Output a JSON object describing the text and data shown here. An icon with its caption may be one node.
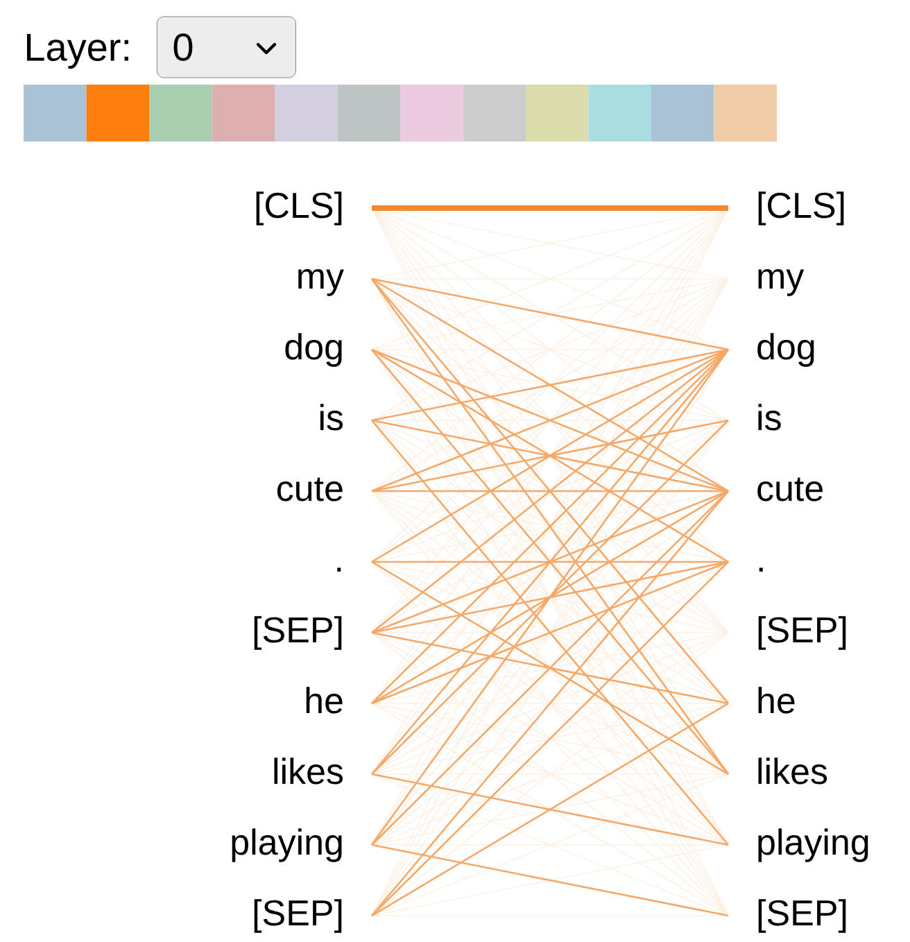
{
  "diagram": {
    "nodes": [
      {
        "text": [
          "0"
        ]
      },
      {
        "text": [
          "[CLS]"
        ]
      },
      {
        "text": [
          "my"
        ]
      },
      {
        "text": [
          "dog"
        ]
      },
      {
        "text": [
          "is"
        ]
      },
      {
        "text": [
          "cute"
        ]
      },
      {
        "text": [
          "."
        ]
      },
      {
        "text": [
          "[SEP]"
        ]
      },
      {
        "text": [
          "he"
        ]
      },
      {
        "text": [
          "likes"
        ]
      },
      {
        "text": [
          "playing"
        ]
      },
      {
        "text": [
          "[SEP]"
        ]
      },
      {
        "text": [
          "[CLS]"
        ]
      },
      {
        "text": [
          "my"
        ]
      },
      {
        "text": [
          "dog"
        ]
      },
      {
        "text": [
          "is"
        ]
      },
      {
        "text": [
          "cute"
        ]
      },
      {
        "text": [
          "."
        ]
      },
      {
        "text": [
          "[SEP]"
        ]
      },
      {
        "text": [
          "he"
        ]
      },
      {
        "text": [
          "likes"
        ]
      },
      {
        "text": [
          "playing"
        ]
      },
      {
        "text": [
          "[SEP]"
        ]
      }
    ],
    "edges": [
      {
        "from": 1,
        "to": 12,
        "arrow": "none",
        "style": "thick"
      },
      {
        "from": 2,
        "to": 14,
        "arrow": "none"
      },
      {
        "from": 2,
        "to": 16,
        "arrow": "none"
      },
      {
        "from": 2,
        "to": 19,
        "arrow": "none"
      },
      {
        "from": 2,
        "to": 20,
        "arrow": "none"
      },
      {
        "from": 3,
        "to": 16,
        "arrow": "none"
      },
      {
        "from": 3,
        "to": 20,
        "arrow": "none"
      },
      {
        "from": 3,
        "to": 17,
        "arrow": "none"
      },
      {
        "from": 4,
        "to": 14,
        "arrow": "none"
      },
      {
        "from": 4,
        "to": 16,
        "arrow": "none"
      },
      {
        "from": 4,
        "to": 21,
        "arrow": "none"
      },
      {
        "from": 5,
        "to": 14,
        "arrow": "none"
      },
      {
        "from": 5,
        "to": 15,
        "arrow": "none"
      },
      {
        "from": 5,
        "to": 16,
        "arrow": "none"
      },
      {
        "from": 6,
        "to": 17,
        "arrow": "none"
      },
      {
        "from": 6,
        "to": 14,
        "arrow": "none"
      },
      {
        "from": 6,
        "to": 20,
        "arrow": "none"
      },
      {
        "from": 7,
        "to": 14,
        "arrow": "none"
      },
      {
        "from": 7,
        "to": 16,
        "arrow": "none"
      },
      {
        "from": 7,
        "to": 19,
        "arrow": "none"
      },
      {
        "from": 7,
        "to": 17,
        "arrow": "none"
      },
      {
        "from": 8,
        "to": 14,
        "arrow": "none"
      },
      {
        "from": 8,
        "to": 16,
        "arrow": "none"
      },
      {
        "from": 8,
        "to": 17,
        "arrow": "none"
      },
      {
        "from": 9,
        "to": 14,
        "arrow": "none"
      },
      {
        "from": 9,
        "to": 15,
        "arrow": "none"
      },
      {
        "from": 9,
        "to": 21,
        "arrow": "none"
      },
      {
        "from": 10,
        "to": 14,
        "arrow": "none"
      },
      {
        "from": 10,
        "to": 16,
        "arrow": "none"
      },
      {
        "from": 10,
        "to": 22,
        "arrow": "none"
      },
      {
        "from": 11,
        "to": 16,
        "arrow": "none"
      },
      {
        "from": 11,
        "to": 17,
        "arrow": "none"
      },
      {
        "from": 11,
        "to": 19,
        "arrow": "none"
      }
    ],
    "labels": [
      "Layer:"
    ]
  }
}
